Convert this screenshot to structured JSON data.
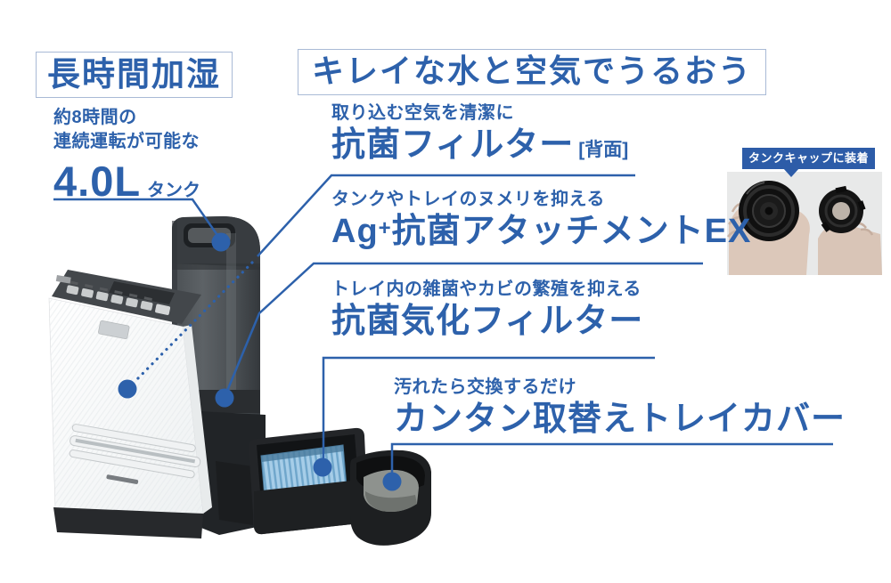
{
  "colors": {
    "accent_blue": "#2d61ab",
    "badge_border": "#a9bad6",
    "photo_label_bg": "#2d5ca8",
    "photo_bg": "#e8e9e9",
    "filter_blue": "#a6cde8"
  },
  "headers": {
    "left_badge": "長時間加湿",
    "main_badge": "キレイな水と空気でうるおう"
  },
  "tank_spec": {
    "desc_line1": "約8時間の",
    "desc_line2": "連続運転が可能な",
    "capacity": "4.0L",
    "capacity_unit": "タンク"
  },
  "features": [
    {
      "sub": "取り込む空気を清潔に",
      "title": "抗菌フィルター",
      "suffix": "[背面]"
    },
    {
      "sub": "タンクやトレイのヌメリを抑える",
      "title_base": "Ag",
      "title_sup": "+",
      "title_rest": "抗菌アタッチメントEX"
    },
    {
      "sub": "トレイ内の雑菌やカビの繁殖を抑える",
      "title": "抗菌気化フィルター"
    },
    {
      "sub": "汚れたら交換するだけ",
      "title": "カンタン取替えトレイカバー"
    }
  ],
  "photo": {
    "caption": "タンクキャップに装着"
  }
}
